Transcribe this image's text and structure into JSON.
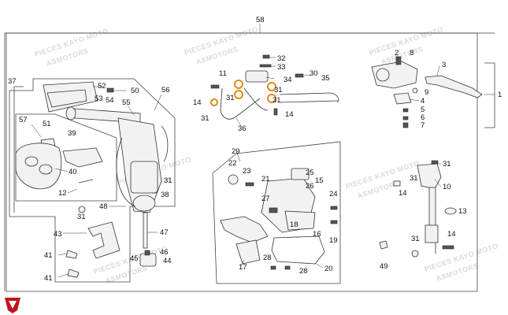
{
  "diagram": {
    "watermark_lines": [
      "PIECES KAYO MOTO",
      "ASMOTORS"
    ],
    "brand_color": "#c0141c",
    "labels": {
      "l1": "1",
      "l2": "2",
      "l3": "3",
      "l4": "4",
      "l5": "5",
      "l6": "6",
      "l7": "7",
      "l8": "8",
      "l9": "9",
      "l10": "10",
      "l11": "11",
      "l12": "12",
      "l13": "13",
      "l14a": "14",
      "l14b": "14",
      "l14c": "14",
      "l14d": "14",
      "l15": "15",
      "l16": "16",
      "l17": "17",
      "l18": "18",
      "l19": "19",
      "l20": "20",
      "l21": "21",
      "l22": "22",
      "l23": "23",
      "l24": "24",
      "l25": "25",
      "l26": "26",
      "l27": "27",
      "l28a": "28",
      "l28b": "28",
      "l29": "29",
      "l30": "30",
      "l31a": "31",
      "l31b": "31",
      "l31c": "31",
      "l31d": "31",
      "l31e": "31",
      "l31f": "31",
      "l31g": "31",
      "l31h": "31",
      "l31i": "31",
      "l32": "32",
      "l33": "33",
      "l34": "34",
      "l35": "35",
      "l36": "36",
      "l37": "37",
      "l38": "38",
      "l39": "39",
      "l40": "40",
      "l41a": "41",
      "l41b": "41",
      "l43": "43",
      "l44": "44",
      "l45": "45",
      "l46": "46",
      "l47": "47",
      "l48": "48",
      "l49": "49",
      "l50": "50",
      "l51": "51",
      "l52": "52",
      "l53": "53",
      "l54": "54",
      "l55": "55",
      "l56": "56",
      "l57": "57",
      "l58": "58"
    }
  }
}
